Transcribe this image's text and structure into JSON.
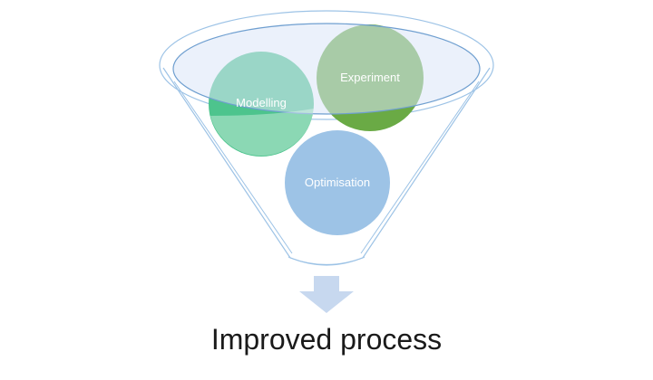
{
  "diagram": {
    "type": "funnel",
    "inputs": [
      {
        "id": "modelling",
        "label": "Modelling",
        "color": "#4dc48d"
      },
      {
        "id": "experiment",
        "label": "Experiment",
        "color": "#6aaa45"
      },
      {
        "id": "optimisation",
        "label": "Optimisation",
        "color": "#9dc3e6"
      }
    ],
    "output": "Improved process",
    "colors": {
      "funnel_outline": "#9dc3e6",
      "funnel_rim_fill": "#dae5f7",
      "arrow": "#c7d8ef"
    }
  }
}
